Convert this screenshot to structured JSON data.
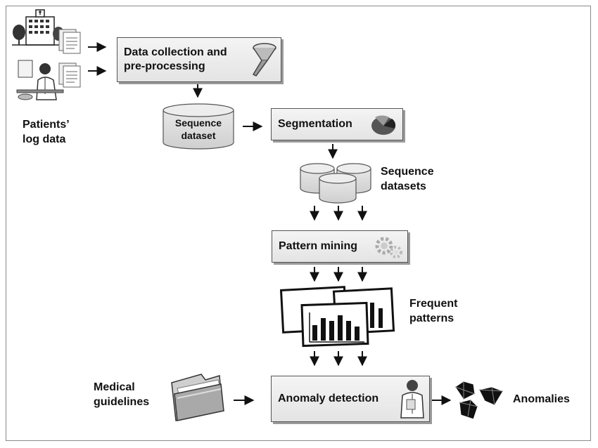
{
  "boxes": {
    "data_collection": "Data collection and\npre-processing",
    "segmentation": "Segmentation",
    "pattern_mining": "Pattern mining",
    "anomaly_detection": "Anomaly detection"
  },
  "labels": {
    "patients_log_data": "Patients’\nlog data",
    "sequence_dataset": "Sequence\ndataset",
    "sequence_datasets": "Sequence\ndatasets",
    "frequent_patterns": "Frequent\npatterns",
    "medical_guidelines": "Medical\nguidelines",
    "anomalies": "Anomalies"
  },
  "icons": [
    "hospital-icon",
    "doctor-icon",
    "document-icon",
    "funnel-icon",
    "pie-icon",
    "gears-icon",
    "chart-icon",
    "folder-icon",
    "physician-icon",
    "gem-icon"
  ],
  "colors": {
    "box_fill": "#e8e8e8",
    "border": "#555555",
    "shadow": "#9a9a9a",
    "line": "#111111"
  }
}
